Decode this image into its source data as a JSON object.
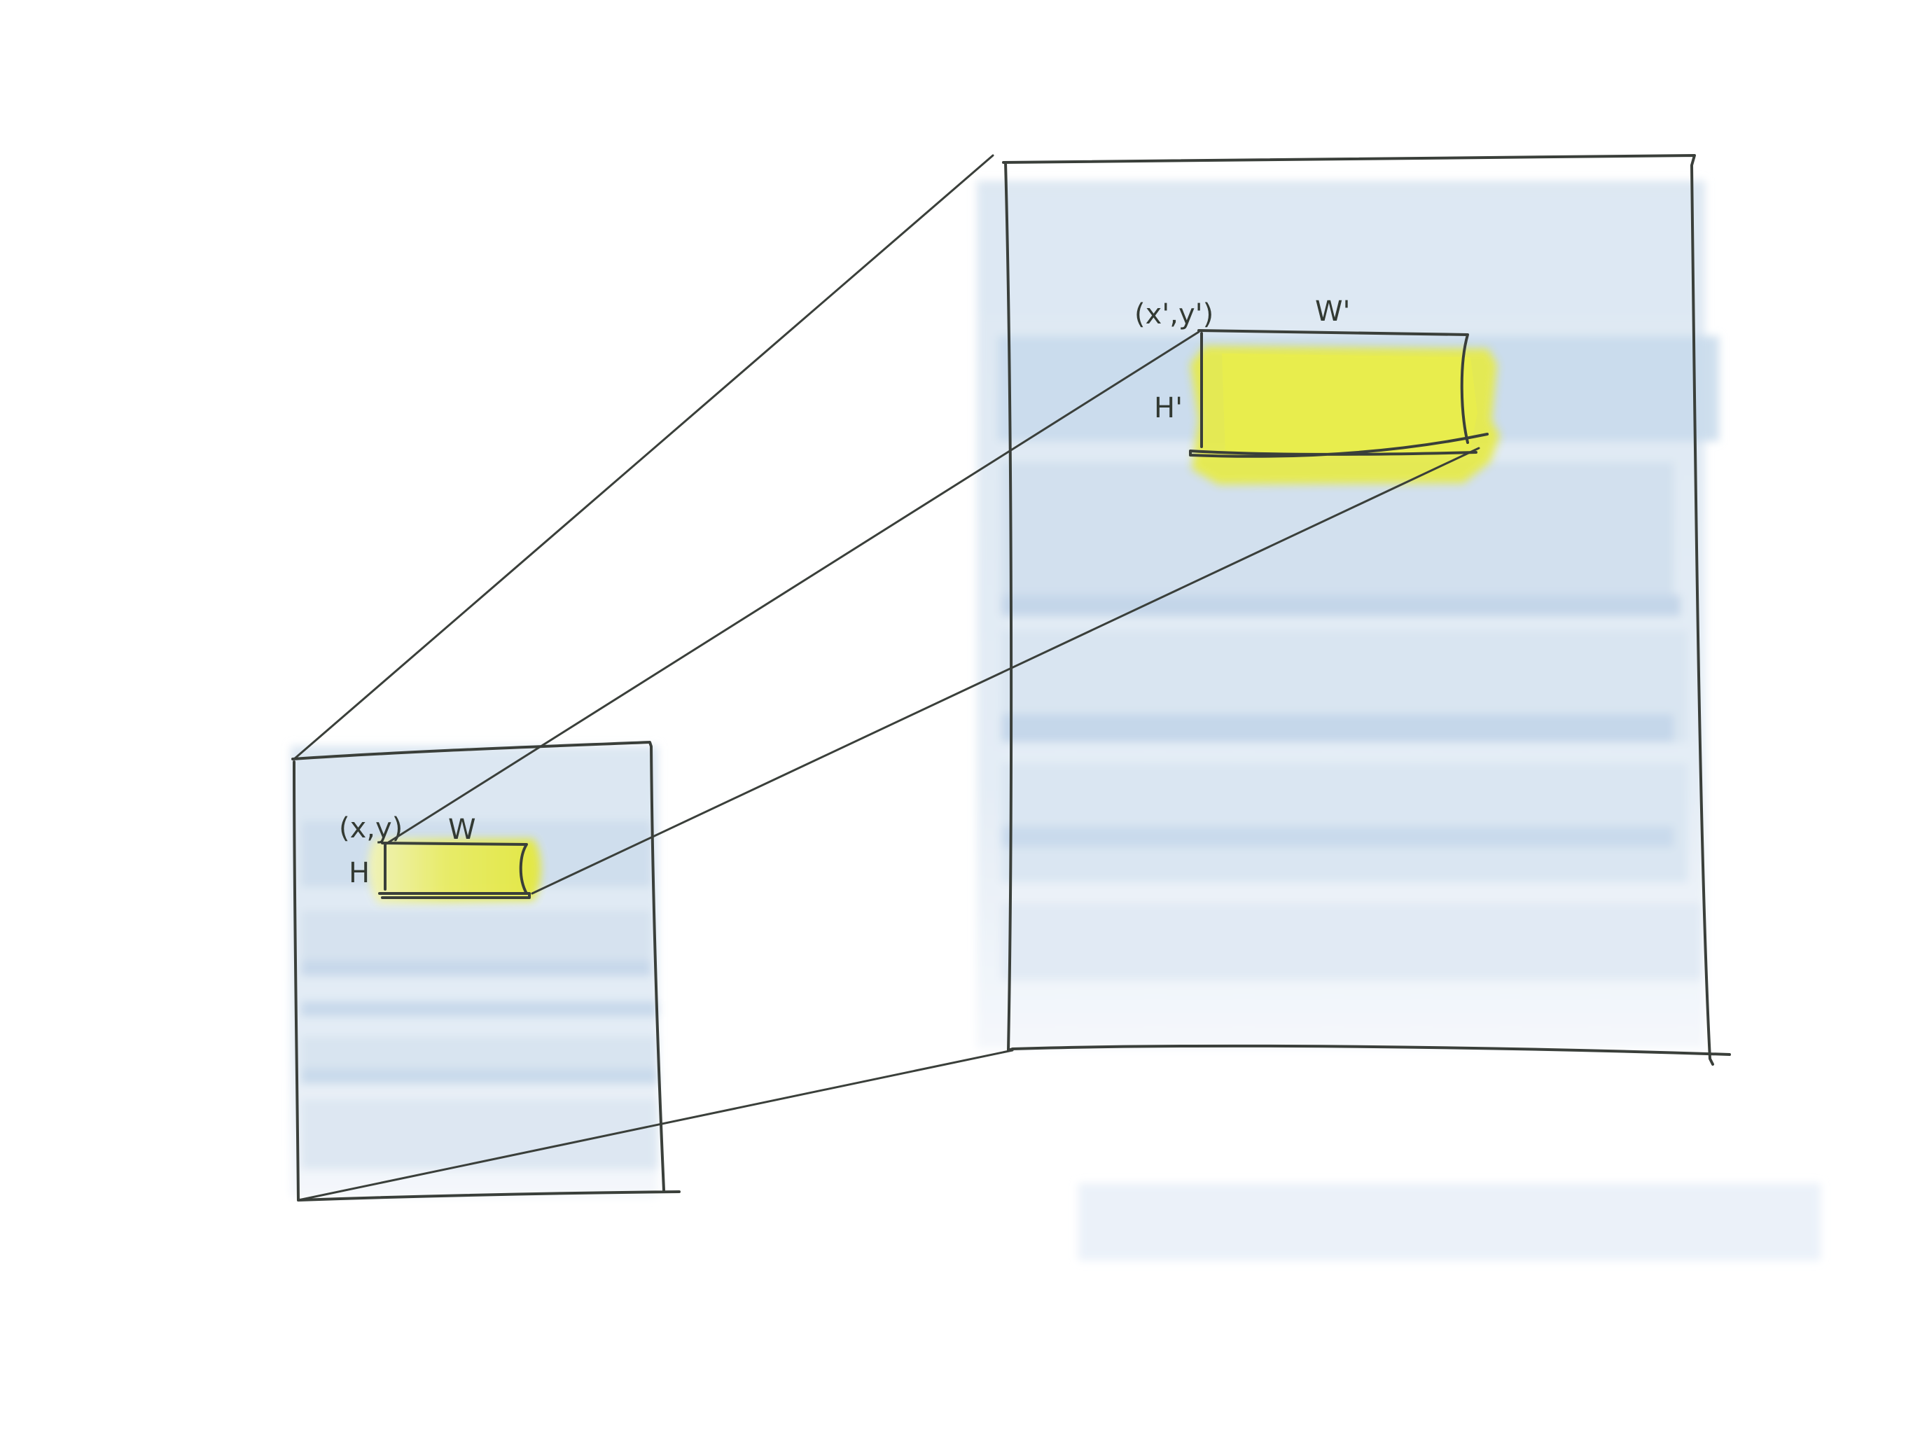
{
  "small_rect": {
    "origin_label": "(x,y)",
    "width_label": "W",
    "height_label": "H"
  },
  "large_rect": {
    "origin_label": "(x',y')",
    "width_label": "W'",
    "height_label": "H'"
  },
  "colors": {
    "page_wash": "#dce7f2",
    "stripe": "#c6d8ea",
    "highlight": "#e6ea4a",
    "ink": "#3a3f3a"
  }
}
